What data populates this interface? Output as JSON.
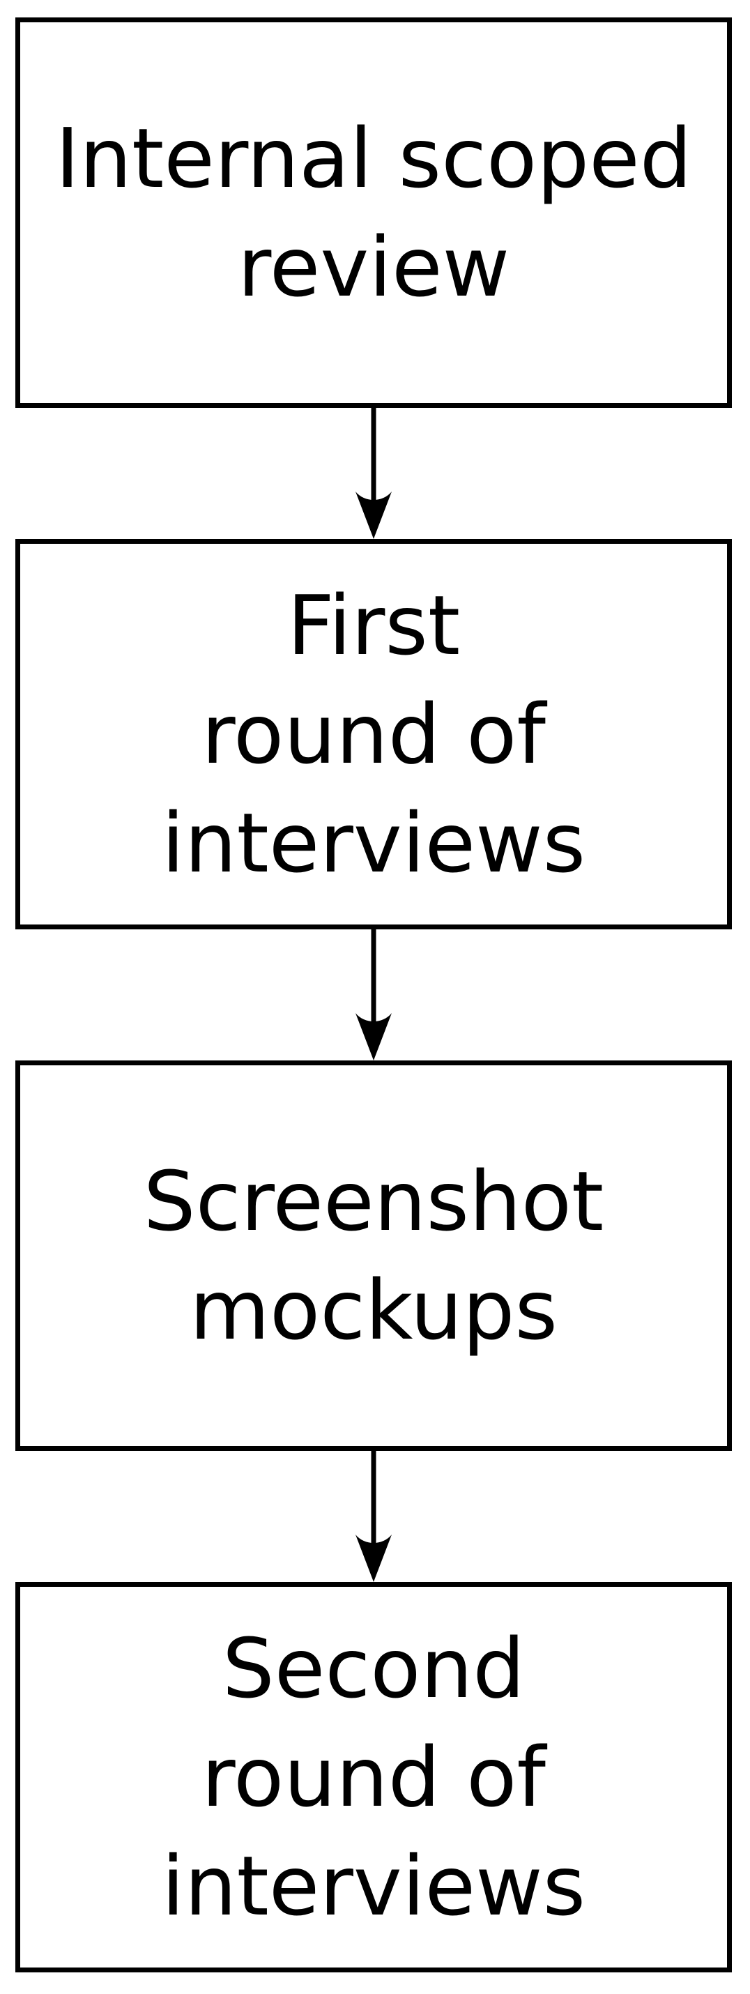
{
  "diagram": {
    "type": "flowchart",
    "direction": "top-down",
    "colors": {
      "background": "#ffffff",
      "box_fill": "#ffffff",
      "box_border": "#000000",
      "text": "#000000",
      "arrow": "#000000"
    },
    "nodes": [
      {
        "id": "internal-scoped-review",
        "label": "Internal scoped review",
        "lines": {
          "0": "Internal scoped",
          "1": "review"
        }
      },
      {
        "id": "first-round-of-interviews",
        "label": "First round of interviews",
        "lines": {
          "0": "First",
          "1": "round of",
          "2": "interviews"
        }
      },
      {
        "id": "screenshot-mockups",
        "label": "Screenshot mockups",
        "lines": {
          "0": "Screenshot",
          "1": "mockups"
        }
      },
      {
        "id": "second-round-of-interviews",
        "label": "Second round of interviews",
        "lines": {
          "0": "Second",
          "1": "round of",
          "2": "interviews"
        }
      }
    ],
    "edges": [
      {
        "from": "internal-scoped-review",
        "to": "first-round-of-interviews"
      },
      {
        "from": "first-round-of-interviews",
        "to": "screenshot-mockups"
      },
      {
        "from": "screenshot-mockups",
        "to": "second-round-of-interviews"
      }
    ]
  }
}
